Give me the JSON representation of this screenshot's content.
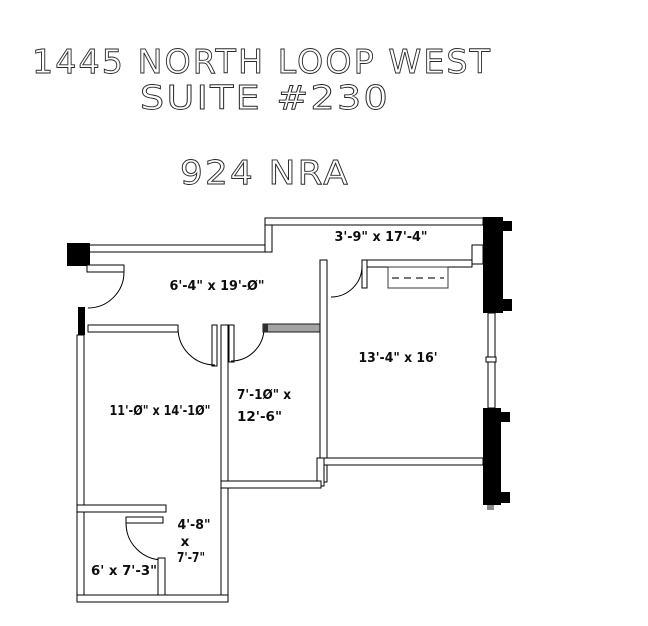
{
  "title": {
    "address": "1445 NORTH LOOP WEST",
    "suite": "SUITE #230",
    "area": "924 NRA"
  },
  "room_labels": {
    "hallway": "6'-4\" x 19'-Ø\"",
    "top_room": "3'-9\" x 17'-4\"",
    "right_room": "13'-4\" x 16'",
    "left_room": "11'-Ø\" x 14'-1Ø\"",
    "middle_room_line1": "7'-1Ø\" x",
    "middle_room_line2": "12'-6\"",
    "closet_line1": "4'-8\"",
    "closet_line2": "x",
    "closet_line3": "7'-7\"",
    "small_room": "6' x 7'-3\""
  },
  "colors": {
    "background": "#ffffff",
    "line": "#000000",
    "gray_wall": "#a3a3a3",
    "gray_wall_cap": "#2e2e2e"
  }
}
